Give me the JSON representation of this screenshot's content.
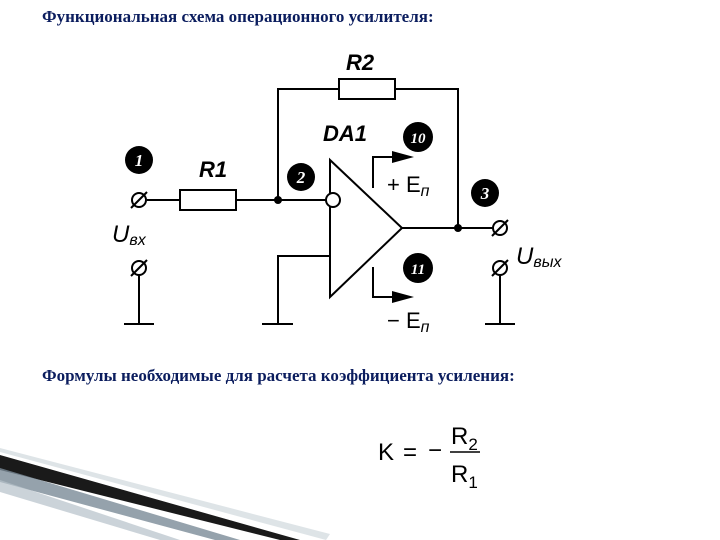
{
  "title": "Функциональная схема операционного усилителя:",
  "formula_heading": "Формулы необходимые для расчета коэффициента усиления:",
  "diagram": {
    "resistor_r2": "R2",
    "resistor_r1": "R1",
    "opamp": "DA1",
    "node_1": "1",
    "node_2": "2",
    "node_3": "3",
    "node_10": "10",
    "node_11": "11",
    "input_voltage": "U",
    "input_voltage_sub": "вх",
    "output_voltage": "U",
    "output_voltage_sub": "вых",
    "pos_supply": "+ E",
    "pos_supply_sub": "п",
    "neg_supply": "− E",
    "neg_supply_sub": "п"
  },
  "formula": {
    "lhs": "K",
    "equals": "=",
    "minus": "−",
    "numerator": "R",
    "numerator_sub": "2",
    "denominator": "R",
    "denominator_sub": "1"
  }
}
